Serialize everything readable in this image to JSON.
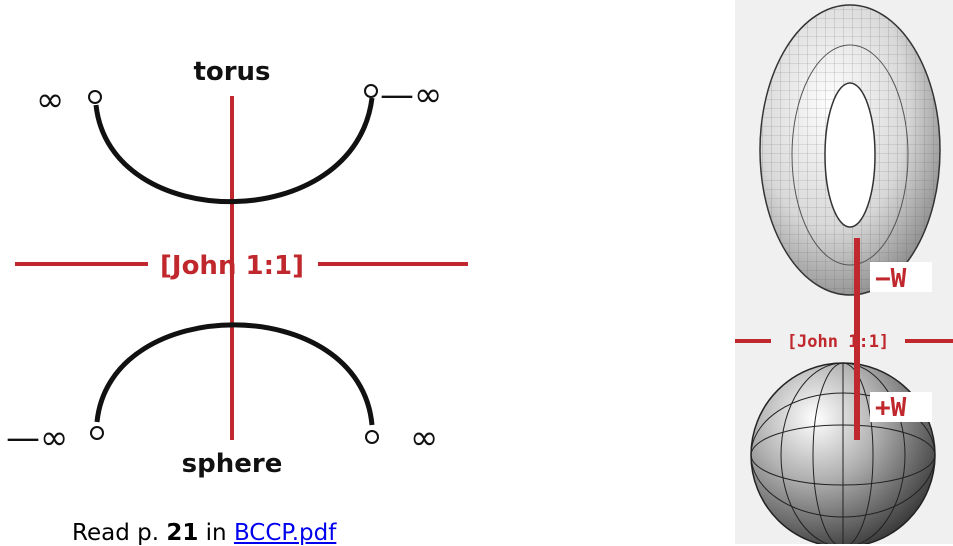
{
  "left_diagram": {
    "top_label": "torus",
    "bottom_label": "sphere",
    "center_label": "[John 1:1]",
    "infinity_top_left": "∞",
    "infinity_top_right": "—∞",
    "infinity_bottom_left": "—∞",
    "infinity_bottom_right": "∞"
  },
  "right_figure": {
    "center_label": "[John 1:1]",
    "minus_label": "−W",
    "plus_label": "+W"
  },
  "caption": {
    "prefix": "Read p. ",
    "page_number": "21",
    "middle": " in ",
    "link_text": "BCCP.pdf"
  },
  "colors": {
    "axis_red": "#c0282d",
    "curve_black": "#111111",
    "link_blue": "#0000ee"
  }
}
